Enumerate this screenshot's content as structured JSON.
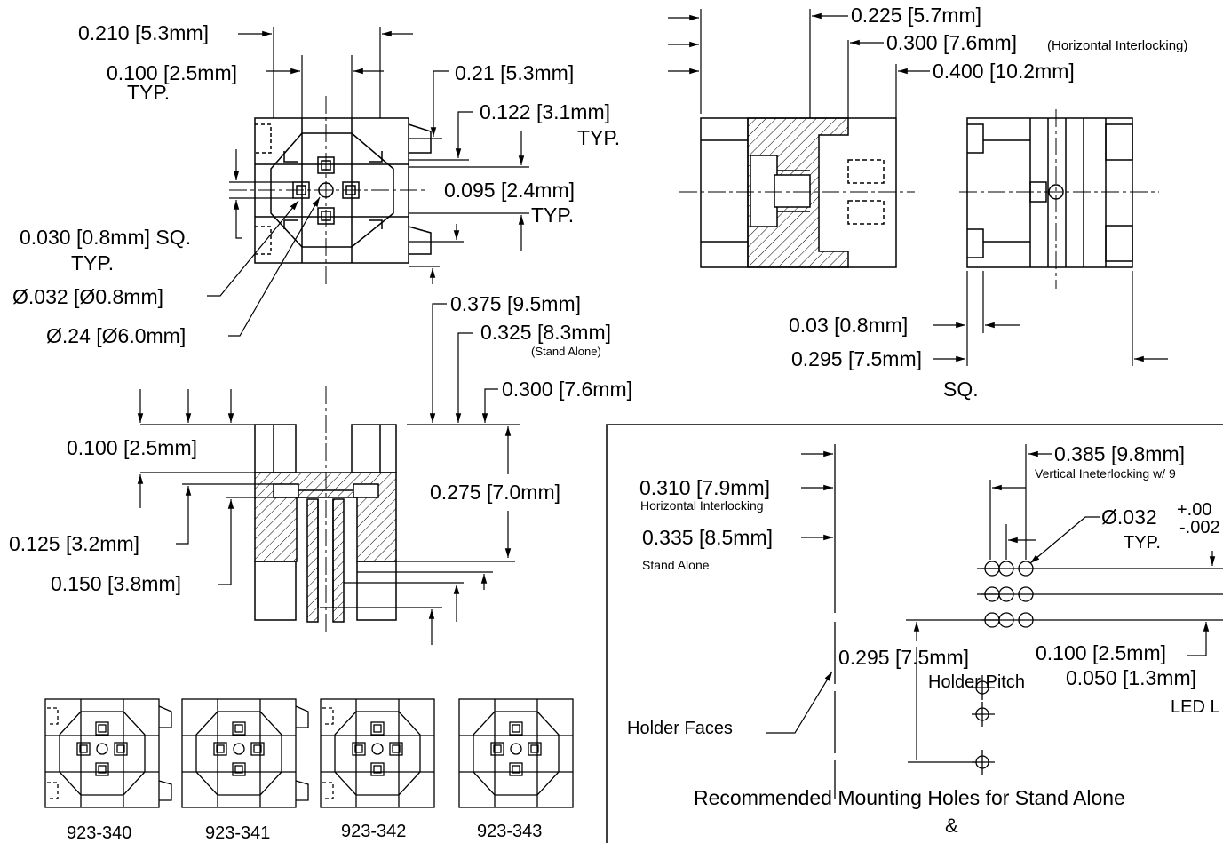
{
  "top_view": {
    "dims": {
      "d_0210": "0.210 [5.3mm]",
      "d_0100_typ_a": "0.100 [2.5mm]",
      "typ_a": "TYP.",
      "d_021": "0.21 [5.3mm]",
      "d_0122": "0.122 [3.1mm]",
      "typ_b": "TYP.",
      "d_0095": "0.095 [2.4mm]",
      "typ_c": "TYP.",
      "d_0030": "0.030 [0.8mm] SQ.",
      "typ_d": "TYP.",
      "d_dia032": "Ø.032 [Ø0.8mm]",
      "d_dia24": "Ø.24 [Ø6.0mm]"
    }
  },
  "side_views": {
    "dims": {
      "d_0225": "0.225 [5.7mm]",
      "d_0300_h": "0.300 [7.6mm]",
      "note_horizontal": "(Horizontal Interlocking)",
      "d_0400": "0.400 [10.2mm]",
      "d_003": "0.03 [0.8mm]",
      "d_0295_sq": "0.295 [7.5mm]",
      "sq": "SQ."
    }
  },
  "section_view": {
    "dims": {
      "d_0375": "0.375 [9.5mm]",
      "d_0325": "0.325 [8.3mm]",
      "note_stand_alone": "(Stand Alone)",
      "d_0300": "0.300 [7.6mm]",
      "d_0100": "0.100 [2.5mm]",
      "d_0275": "0.275 [7.0mm]",
      "d_0125": "0.125 [3.2mm]",
      "d_0150": "0.150 [3.8mm]"
    }
  },
  "variants": [
    "923-340",
    "923-341",
    "923-342",
    "923-343"
  ],
  "mounting": {
    "d_0310": "0.310 [7.9mm]",
    "note_horizontal": "Horizontal Interlocking",
    "d_0335": "0.335 [8.5mm]",
    "note_stand_alone": "Stand Alone",
    "d_0385": "0.385 [9.8mm]",
    "note_vertical": "Vertical Ineterlocking w/ 9",
    "d_dia032": "Ø.032",
    "tol_plus": "+.00",
    "tol_minus": "-.002",
    "typ": "TYP.",
    "d_0295": "0.295 [7.5mm]",
    "holder_pitch": "Holder Pitch",
    "d_0100": "0.100 [2.5mm]",
    "d_0050": "0.050 [1.3mm]",
    "led_l": "LED L",
    "holder_faces": "Holder Faces",
    "title_line1": "Recommended Mounting Holes for Stand Alone",
    "title_line2": "&"
  }
}
